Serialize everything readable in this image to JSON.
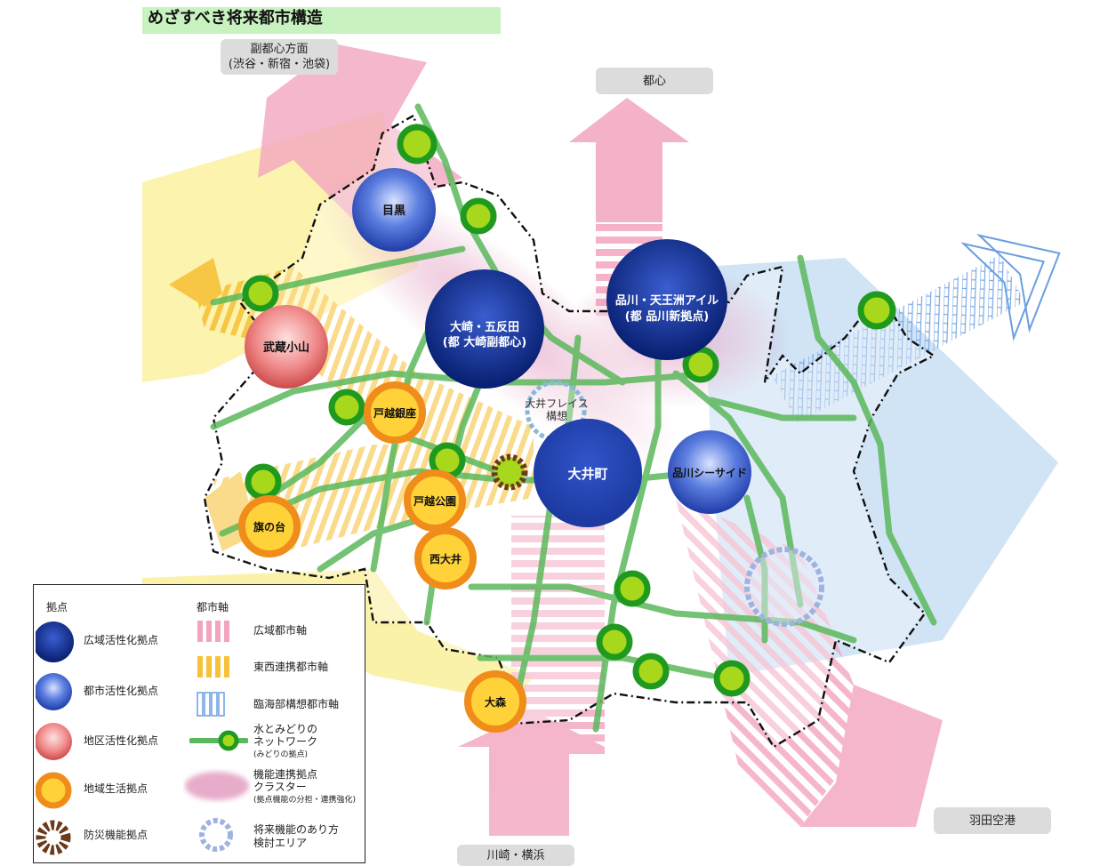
{
  "title": "めざすべき将来都市構造",
  "directions": {
    "fukutoshin_line1": "副都心方面",
    "fukutoshin_line2": "(渋谷・新宿・池袋)",
    "toshin": "都心",
    "haneda": "羽田空港",
    "kawasaki": "川崎・横浜"
  },
  "hubs": {
    "meguro": "目黒",
    "osaki_line1": "大崎・五反田",
    "osaki_line2": "(都 大崎副都心)",
    "shinagawa_line1": "品川・天王洲アイル",
    "shinagawa_line2": "(都 品川新拠点)",
    "musashikoyama": "武蔵小山",
    "togoshiginza": "戸越銀座",
    "oimachi": "大井町",
    "oi_place_line1": "大井フレイス",
    "oi_place_line2": "構想",
    "shinagawa_seaside": "品川シーサイド",
    "togoshikoen": "戸越公園",
    "hatanodai": "旗の台",
    "nishioi": "西大井",
    "omori": "大森"
  },
  "legend": {
    "hubs_header": "拠点",
    "axes_header": "都市軸",
    "wide_area_hub": "広域活性化拠点",
    "urban_hub": "都市活性化拠点",
    "district_hub": "地区活性化拠点",
    "local_hub": "地域生活拠点",
    "disaster_hub": "防災機能拠点",
    "wide_area_axis": "広域都市軸",
    "east_west_axis": "東西連携都市軸",
    "coastal_axis": "臨海部構想都市軸",
    "water_green_line1": "水とみどりの",
    "water_green_line2": "ネットワーク",
    "water_green_line3": "(みどりの拠点)",
    "cluster_line1": "機能連携拠点",
    "cluster_line2": "クラスター",
    "cluster_line3": "(拠点機能の分担・連携強化)",
    "future_line1": "将来機能のあり方",
    "future_line2": "検討エリア"
  },
  "colors": {
    "wide_area_hub": "#0a2a8a",
    "urban_hub": "#3355c8",
    "district_hub": "#e06a6a",
    "local_hub_ring": "#f08c1a",
    "local_hub_core": "#ffd23a",
    "green_network": "#5cb85c",
    "green_node_ring": "#1f9a1f",
    "green_node_core": "#a8d81c",
    "wide_axis": "#f3a5bf",
    "east_west_axis": "#f7c23a",
    "coastal_axis": "#a9cdef",
    "cluster": "#d776a8",
    "boundary": "#111111"
  }
}
